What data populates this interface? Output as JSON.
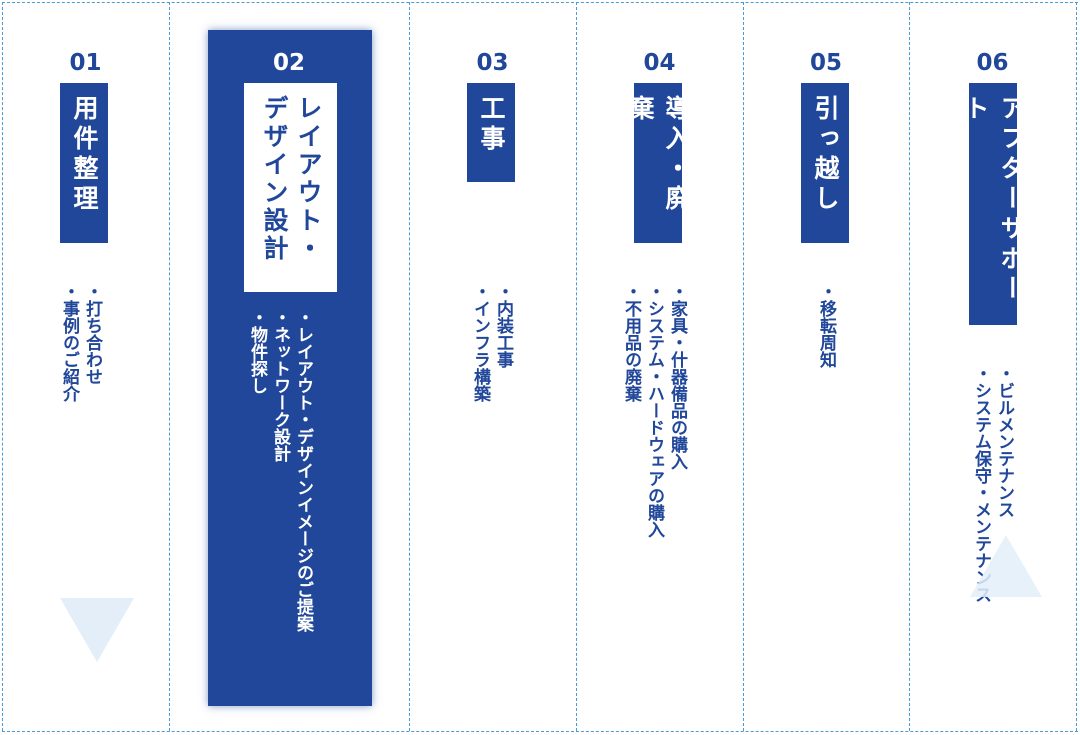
{
  "steps": [
    {
      "number": "01",
      "title": "用件整理",
      "items": [
        "・打ち合わせ",
        "・事例のご紹介"
      ]
    },
    {
      "number": "02",
      "title": "レイアウト・デザイン設計",
      "title_lines": [
        "レイアウト・",
        "デザイン設計"
      ],
      "items": [
        "・レイアウト・デザインイメージのご提案",
        "・ネットワーク設計",
        "・物件探し"
      ]
    },
    {
      "number": "03",
      "title": "工事",
      "items": [
        "・内装工事",
        "・インフラ構築"
      ]
    },
    {
      "number": "04",
      "title": "導入・廃棄",
      "items": [
        "・家具・什器備品の購入",
        "・システム・ハードウェアの購入",
        "・不用品の廃棄"
      ]
    },
    {
      "number": "05",
      "title": "引っ越し",
      "items": [
        "・移転周知"
      ]
    },
    {
      "number": "06",
      "title": "アフターサポート",
      "items": [
        "・ビルメンテナンス",
        "・システム保守・メンテナンス"
      ]
    }
  ],
  "active_step": "02",
  "colors": {
    "accent": "#21479a",
    "divider": "#4a9bd6",
    "arrow": "#e3eef9"
  },
  "icons": {
    "down": "triangle-down-icon",
    "up": "triangle-up-icon"
  }
}
